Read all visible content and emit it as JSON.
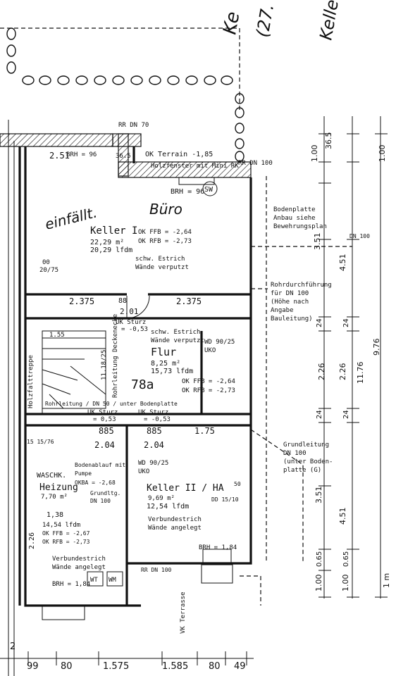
{
  "corner_notes": {
    "top": "Ke",
    "top2": "(27.",
    "right": "Kelle"
  },
  "handwritten": {
    "note1": "einfällt.",
    "note2": "Büro"
  },
  "top_labels": {
    "dim_251": "2.51",
    "brh96_top": "BRH = 96",
    "dim_365": "36.5",
    "rr_dn70": "RR DN 70",
    "ok_terrain": "OK Terrain -1,85",
    "window_note": "Holzfenster mit Mini RK",
    "rr_dn100": "RR DN 100",
    "brh96_mid": "BRH = 96",
    "sw": "SW"
  },
  "rooms": {
    "keller1": {
      "name": "Keller I",
      "area": "22,29 m²",
      "perimeter": "20,29 lfdm",
      "ok_ffb": "OK FFB = -2,64",
      "ok_rfb": "OK RFB = -2,73",
      "finish1": "schw. Estrich",
      "finish2": "Wände verputzt"
    },
    "flur": {
      "name": "Flur",
      "area": "8,25 m²",
      "perimeter": "15,73 lfdm",
      "number": "78a",
      "finish1": "schw. Estrich",
      "finish2": "Wände verputzt",
      "ok_ffb": "OK FFB = -2,64",
      "ok_rfb": "OK RFB = -2,73",
      "wd": "WD 90/25",
      "uko": "UKO"
    },
    "keller2": {
      "name": "Keller II / HA",
      "area": "9,69 m²",
      "perimeter": "12,54 lfdm",
      "finish1": "Verbundestrich",
      "finish2": "Wände angelegt",
      "wd": "WD 90/25",
      "uko": "UKO",
      "dn": "DD 15/10",
      "brh": "BRH = 1,84"
    },
    "heizung": {
      "name": "Heizung",
      "waschk": "WASCHK.",
      "area": "7,70 m²",
      "perimeter": "14,54 lfdm",
      "ok_ffb": "OK FFB = -2,67",
      "ok_rfb": "OK RFB = -2,73",
      "finish1": "Verbundestrich",
      "finish2": "Wände angelegt",
      "brh": "BRH = 1,84",
      "wt": "WT",
      "wm": "WM",
      "dim": "1,38"
    }
  },
  "labels": {
    "dim_00": "00",
    "dim_2075": "20/75",
    "dim_2375a": "2.375",
    "dim_88": "88",
    "dim_2375b": "2.375",
    "dim_201": "2.01",
    "uk_sturz": "UK Sturz",
    "uk_sturz_val": "= -0,53",
    "stair": "Holzfalttreppe",
    "stair_rise": "1.55",
    "steps": "11.18/25",
    "rohr": "Rohrleitung / DN 50 / unter Bodenplatte",
    "rohr_ausfuhr": "Rohrleitung Deckenecke",
    "uk_sturz2": "UK Sturz",
    "uk_sturz2_val": "= 0,53",
    "uk_sturz3": "UK Sturz",
    "uk_sturz3_val": "= -0,53",
    "dim_885a": "885",
    "dim_885b": "885",
    "dim_175": "1.75",
    "dim_204a": "2.04",
    "dim_204b": "2.04",
    "bodenablauf": "Bodenablauf mit",
    "pumpe": "Pumpe",
    "okba": "OKBA = -2,68",
    "grundltg": "Grundltg.",
    "dn100": "DN 100",
    "dim_226": "2.26",
    "rr_dn100b": "RR DN 100",
    "vk_terrasse": "VK Terrasse",
    "bodenplatte1": "Bodenplatte",
    "bodenplatte2": "Anbau siehe",
    "bodenplatte3": "Bewehrungsplan",
    "rohrdurch1": "Rohrdurchführung",
    "rohrdurch2": "für DN 100",
    "rohrdurch3": "(Höhe nach",
    "rohrdurch4": "Angabe",
    "rohrdurch5": "Bauleitung)",
    "grund1": "Grundleitung",
    "grund2": "DN 100",
    "grund3": "(unter Boden-",
    "grund4": "platte (G)",
    "dn_small": "DN 100",
    "x_50": "50",
    "num_15_76": "15  15/76"
  },
  "right_dims": {
    "d100a": "1.00",
    "d365a": "36.5",
    "d100b": "1.00",
    "d351": "3.51",
    "d451": "4.51",
    "d24a": "24",
    "d24b": "24",
    "d226a": "2.26",
    "d226b": "2.26",
    "d976": "9.76",
    "d1176": "11.76",
    "d24c": "24",
    "d24d": "24",
    "d351b": "3.51",
    "d451b": "4.51",
    "d065a": "0.65",
    "d100c": "1.00",
    "d065b": "0.65",
    "d100d": "1.00",
    "d1m": "1 m"
  },
  "bottom_dims": {
    "b2": "2",
    "b99": "99",
    "b80a": "80",
    "b1575": "1.575",
    "b1585": "1.585",
    "b80b": "80",
    "b49": "49"
  }
}
